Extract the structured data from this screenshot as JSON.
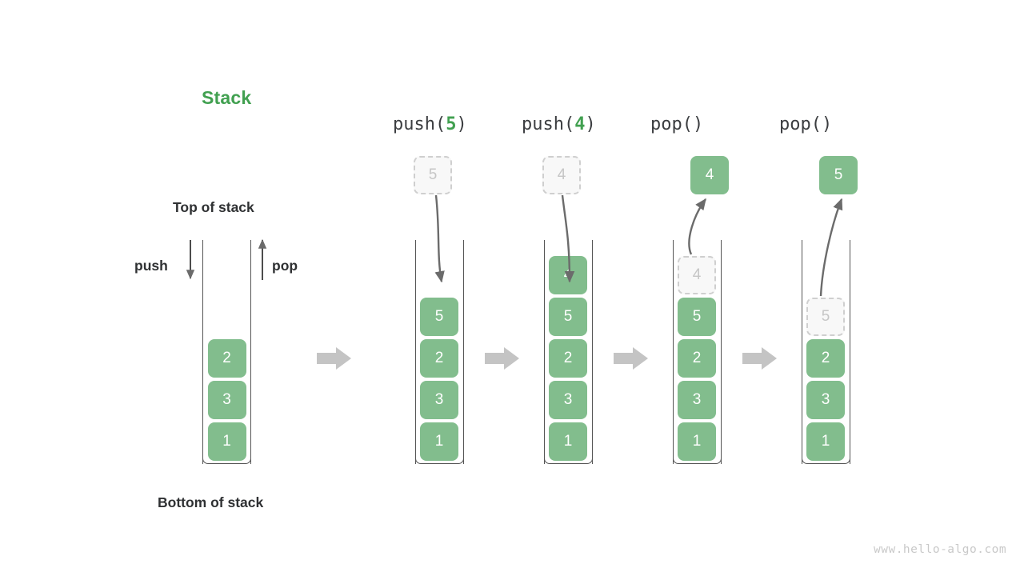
{
  "title": "Stack",
  "labels": {
    "top_of_stack": "Top of stack",
    "bottom_of_stack": "Bottom of stack",
    "push": "push",
    "pop": "pop"
  },
  "watermark": "www.hello-algo.com",
  "colors": {
    "accent_green": "#41a050",
    "cell_green": "#82bd8d",
    "ghost_fill": "#f8f8f8",
    "ghost_border": "#cfcfcf",
    "ghost_text": "#c6c6c6",
    "tube_stroke": "#555555",
    "flow_arrow": "#c4c4c4",
    "motion_arrow": "#6b6b6b",
    "text_dark": "#2f3133",
    "watermark_gray": "#c9c9c9"
  },
  "initial_stack": {
    "name": "initial-stack",
    "cells": [
      "2",
      "3",
      "1"
    ]
  },
  "panels": [
    {
      "name": "push-5",
      "op_prefix": "push(",
      "op_arg": "5",
      "op_suffix": ")",
      "floating": {
        "value": "5",
        "style": "ghost"
      },
      "cells": [
        {
          "value": "5",
          "style": "solid"
        },
        {
          "value": "2",
          "style": "solid"
        },
        {
          "value": "3",
          "style": "solid"
        },
        {
          "value": "1",
          "style": "solid"
        }
      ]
    },
    {
      "name": "push-4",
      "op_prefix": "push(",
      "op_arg": "4",
      "op_suffix": ")",
      "floating": {
        "value": "4",
        "style": "ghost"
      },
      "cells": [
        {
          "value": "4",
          "style": "solid"
        },
        {
          "value": "5",
          "style": "solid"
        },
        {
          "value": "2",
          "style": "solid"
        },
        {
          "value": "3",
          "style": "solid"
        },
        {
          "value": "1",
          "style": "solid"
        }
      ]
    },
    {
      "name": "pop-4",
      "op_prefix": "pop(",
      "op_arg": "",
      "op_suffix": ")",
      "floating": {
        "value": "4",
        "style": "solid"
      },
      "cells": [
        {
          "value": "4",
          "style": "ghost"
        },
        {
          "value": "5",
          "style": "solid"
        },
        {
          "value": "2",
          "style": "solid"
        },
        {
          "value": "3",
          "style": "solid"
        },
        {
          "value": "1",
          "style": "solid"
        }
      ]
    },
    {
      "name": "pop-5",
      "op_prefix": "pop(",
      "op_arg": "",
      "op_suffix": ")",
      "floating": {
        "value": "5",
        "style": "solid"
      },
      "cells": [
        {
          "value": "5",
          "style": "ghost"
        },
        {
          "value": "2",
          "style": "solid"
        },
        {
          "value": "3",
          "style": "solid"
        },
        {
          "value": "1",
          "style": "solid"
        }
      ]
    }
  ],
  "flow_arrows": 4
}
